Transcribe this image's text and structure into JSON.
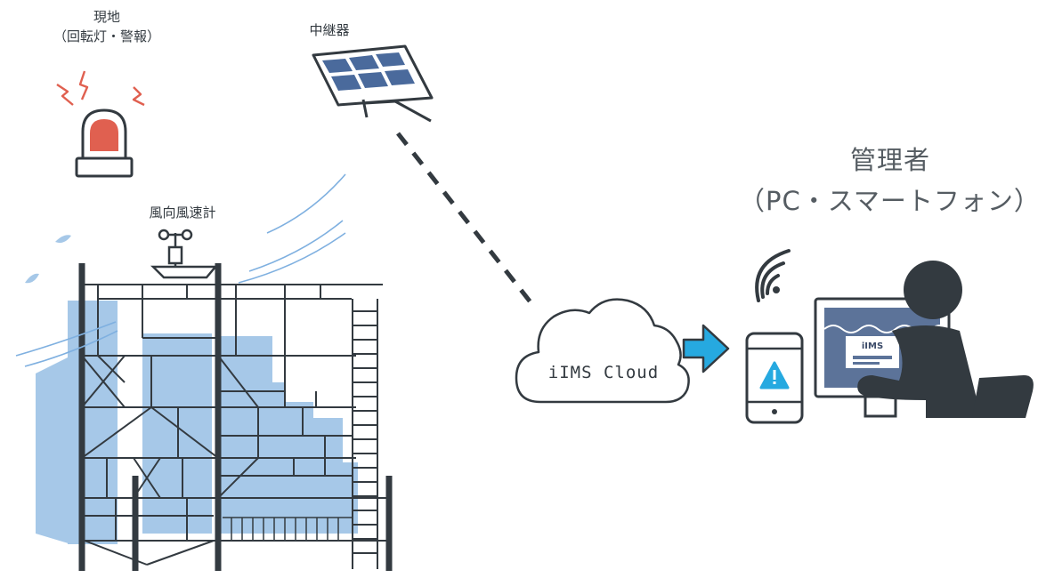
{
  "site": {
    "label": "現地",
    "sublabel": "（回転灯・警報）"
  },
  "repeater": {
    "label": "中継器"
  },
  "anemometer": {
    "label": "風向風速計"
  },
  "cloud": {
    "label": "iIMS Cloud"
  },
  "admin": {
    "label": "管理者",
    "sublabel": "（PC・スマートフォン）"
  },
  "monitor": {
    "screen_label": "iIMS"
  },
  "colors": {
    "dark": "#333a40",
    "light_blue": "#a6c8e8",
    "arrow_blue": "#26a9e0",
    "red": "#e06050",
    "solar": "#4a6a9c",
    "screen": "#5c7399"
  }
}
